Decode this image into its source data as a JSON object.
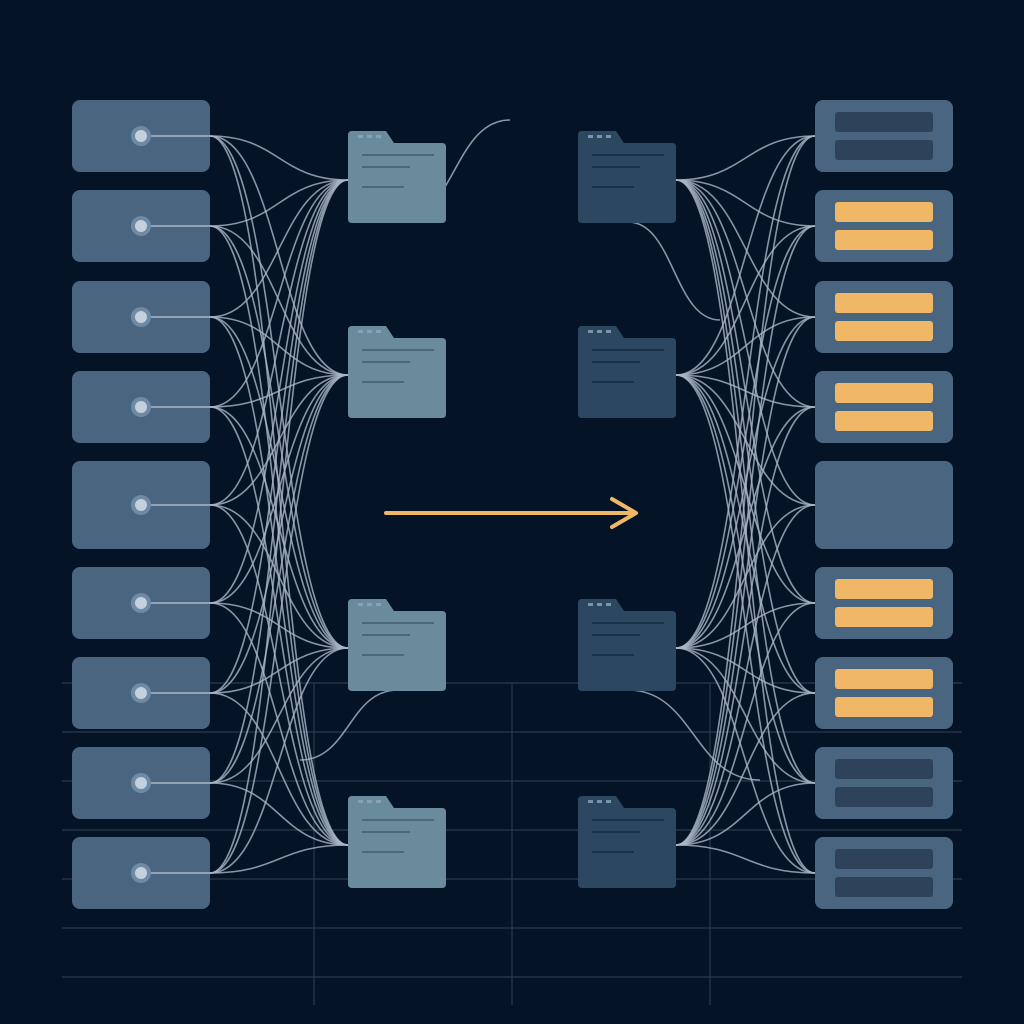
{
  "colors": {
    "background": "#051327",
    "source_node": "#4a6580",
    "source_port": "#c4d0dd",
    "source_port_ring": "#6f8aa5",
    "folder_light": "#6a8b9b",
    "folder_light_lines": "#4a6a7a",
    "folder_dark": "#2c4860",
    "folder_dark_lines": "#17314a",
    "folder_dots": "#8fa8bc",
    "connection_line": "#a9b7c6",
    "grid_line": "#2a3a4d",
    "arrow": "#f0b866",
    "target_node": "#4a6580",
    "bar_highlighted": "#f0b866",
    "bar_muted": "#2e4359"
  },
  "source_nodes": [
    {
      "id": "s1"
    },
    {
      "id": "s2"
    },
    {
      "id": "s3"
    },
    {
      "id": "s4"
    },
    {
      "id": "s5"
    },
    {
      "id": "s6"
    },
    {
      "id": "s7"
    },
    {
      "id": "s8"
    },
    {
      "id": "s9"
    }
  ],
  "folders_left": [
    {
      "id": "fl1",
      "style": "light"
    },
    {
      "id": "fl2",
      "style": "light"
    },
    {
      "id": "fl3",
      "style": "light"
    },
    {
      "id": "fl4",
      "style": "light"
    }
  ],
  "folders_right": [
    {
      "id": "fr1",
      "style": "dark"
    },
    {
      "id": "fr2",
      "style": "dark"
    },
    {
      "id": "fr3",
      "style": "dark"
    },
    {
      "id": "fr4",
      "style": "dark"
    }
  ],
  "target_nodes": [
    {
      "id": "t1",
      "bars": "muted"
    },
    {
      "id": "t2",
      "bars": "highlighted"
    },
    {
      "id": "t3",
      "bars": "highlighted"
    },
    {
      "id": "t4",
      "bars": "highlighted"
    },
    {
      "id": "t5",
      "bars": "none"
    },
    {
      "id": "t6",
      "bars": "highlighted"
    },
    {
      "id": "t7",
      "bars": "highlighted"
    },
    {
      "id": "t8",
      "bars": "muted"
    },
    {
      "id": "t9",
      "bars": "muted"
    }
  ],
  "transfer_arrow": {
    "direction": "left-to-right"
  }
}
